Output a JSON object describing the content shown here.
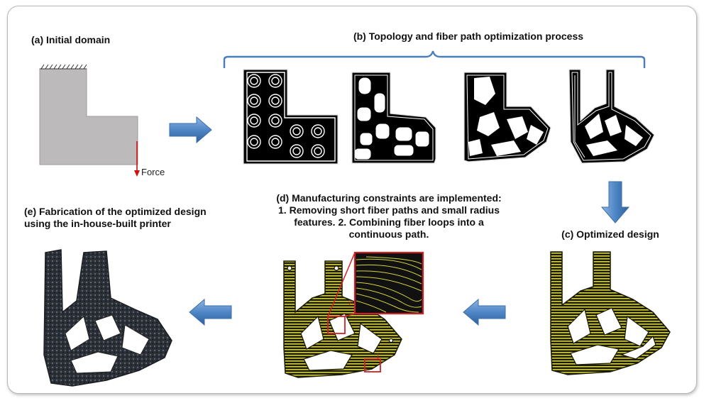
{
  "captions": {
    "a": "(a) Initial domain",
    "b": "(b) Topology and fiber path optimization process",
    "c": "(c) Optimized design",
    "d_line1": "(d) Manufacturing constraints are implemented:",
    "d_line2": "1. Removing short fiber paths and small radius",
    "d_line3": "features. 2. Combining fiber loops into a",
    "d_line4": "continuous path.",
    "e_line1": "(e) Fabrication of the optimized design",
    "e_line2": "using the in-house-built printer"
  },
  "labels": {
    "force": "Force",
    "marker1": "1",
    "marker2": "2"
  },
  "colors": {
    "domain_fill": "#bdbabb",
    "arrow_blue": "#4f86c6",
    "force_red": "#cc1111",
    "fiber_yellow": "#d8d63a",
    "highlight_red": "#d21f26"
  }
}
